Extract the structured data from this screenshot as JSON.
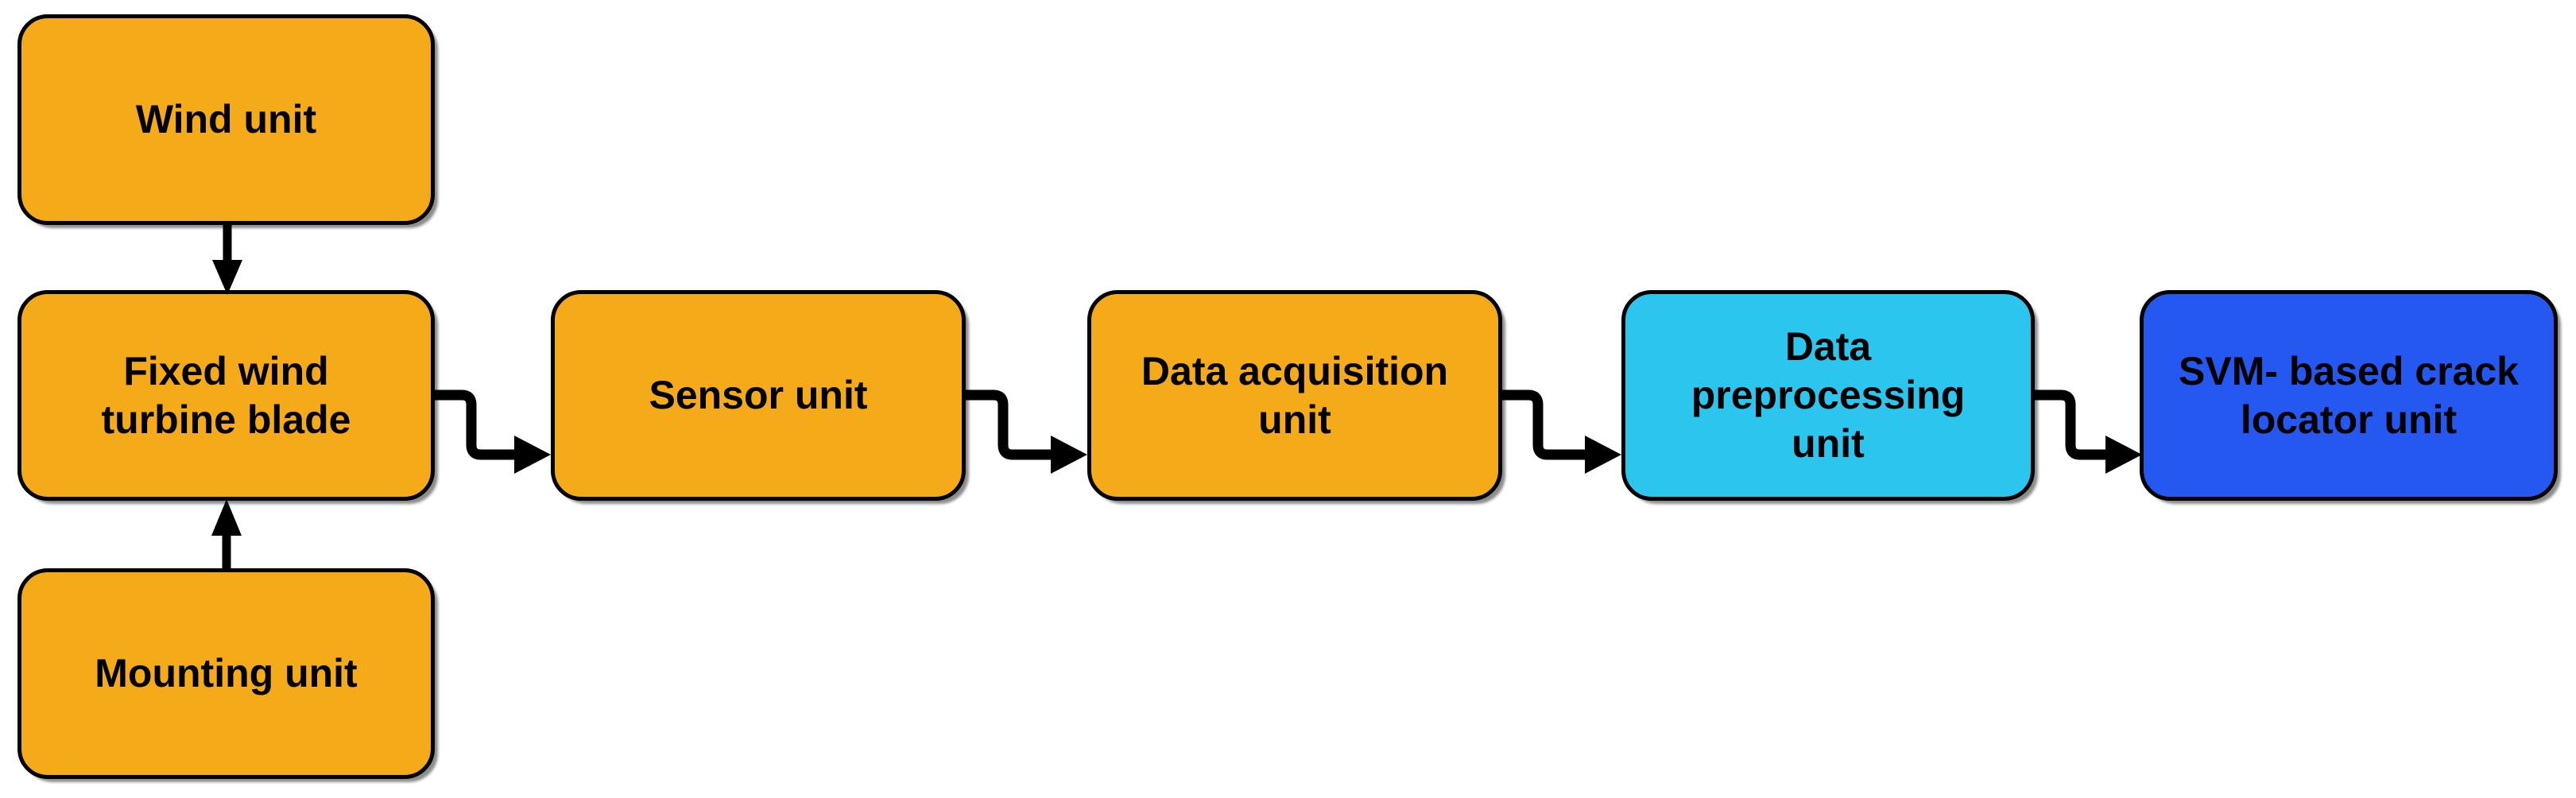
{
  "diagram": {
    "background": "#FFFFFF",
    "colors": {
      "orange": "#F4AA19",
      "cyan": "#2BC5EE",
      "blue": "#2558F0",
      "outline": "#000000",
      "connector": "#000000",
      "label_text": "#000000"
    },
    "nodes": {
      "wind": {
        "label": "Wind unit",
        "color": "#F4AA19"
      },
      "fixed_blade": {
        "label": "Fixed wind\nturbine blade",
        "color": "#F4AA19"
      },
      "mounting": {
        "label": "Mounting unit",
        "color": "#F4AA19"
      },
      "sensor": {
        "label": "Sensor unit",
        "color": "#F4AA19"
      },
      "data_acquisition": {
        "label": "Data acquisition\nunit",
        "color": "#F4AA19"
      },
      "data_preprocessing": {
        "label": "Data\npreprocessing\nunit",
        "color": "#2BC5EE"
      },
      "svm_locator": {
        "label": "SVM- based crack\nlocator unit",
        "color": "#2558F0"
      }
    },
    "edges": [
      {
        "from": "wind",
        "to": "fixed_blade",
        "direction": "down"
      },
      {
        "from": "mounting",
        "to": "fixed_blade",
        "direction": "up"
      },
      {
        "from": "fixed_blade",
        "to": "sensor",
        "direction": "right"
      },
      {
        "from": "sensor",
        "to": "data_acquisition",
        "direction": "right"
      },
      {
        "from": "data_acquisition",
        "to": "data_preprocessing",
        "direction": "right"
      },
      {
        "from": "data_preprocessing",
        "to": "svm_locator",
        "direction": "right"
      }
    ]
  }
}
